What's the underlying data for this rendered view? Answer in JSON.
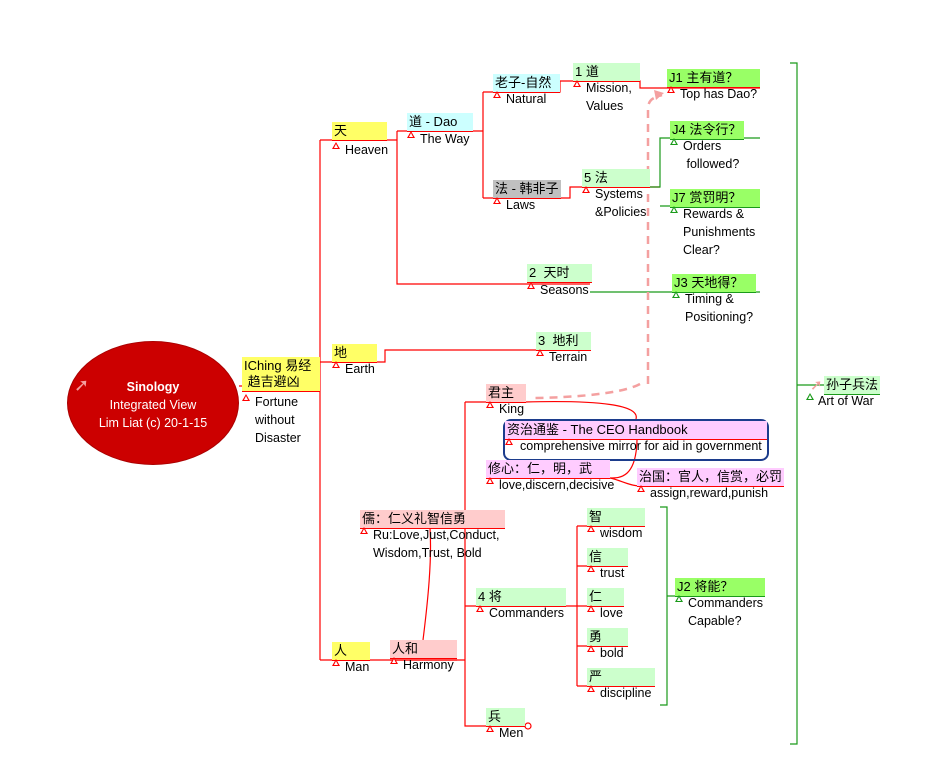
{
  "center": {
    "title": "Sinology",
    "line1": "Integrated View",
    "line2": "Lim Liat (c) 20-1-15",
    "icon": "arrow-icon"
  },
  "colors": {
    "yellow": "#ffff66",
    "cyan": "#ccffff",
    "gray": "#c0c0c0",
    "lightgreen": "#ccffcc",
    "brightgreen": "#99ff66",
    "pink": "#ffcccc",
    "magenta": "#ffccff",
    "red": "#ff0000",
    "green": "#1a9a1a"
  },
  "nodes": {
    "iching": {
      "label": "IChing 易经\n 趋吉避凶",
      "desc": "Fortune\nwithout\nDisaster"
    },
    "heaven": {
      "label": "天",
      "desc": "Heaven"
    },
    "earth": {
      "label": "地",
      "desc": "Earth"
    },
    "man": {
      "label": "人",
      "desc": "Man"
    },
    "dao": {
      "label": "道 - Dao",
      "desc": "The Way"
    },
    "natural": {
      "label": "老子-自然",
      "desc": "Natural"
    },
    "laws": {
      "label": "法 - 韩非子",
      "desc": "Laws"
    },
    "seasons": {
      "label": "2  天时",
      "desc": "Seasons"
    },
    "terrain": {
      "label": "3  地利",
      "desc": "Terrain"
    },
    "dao1": {
      "label": "1 道",
      "desc": "Mission,\nValues"
    },
    "fa5": {
      "label": "5 法",
      "desc": "Systems\n&Policies"
    },
    "j1": {
      "label": "J1 主有道？",
      "desc": "Top has Dao?"
    },
    "j4": {
      "label": "J4 法令行？",
      "desc": "Orders\n followed?"
    },
    "j7": {
      "label": "J7 赏罚明？",
      "desc": "Rewards &\nPunishments\nClear?"
    },
    "j3": {
      "label": "J3 天地得？",
      "desc": "Timing &\nPositioning?"
    },
    "j2": {
      "label": "J2 将能？",
      "desc": "Commanders\nCapable?"
    },
    "art": {
      "label": "孙子兵法",
      "desc": "Art of War"
    },
    "king": {
      "label": "君主",
      "desc": "King"
    },
    "ceo": {
      "label": "资治通鉴 - The CEO Handbook",
      "desc": "comprehensive mirror for aid in government"
    },
    "xiu": {
      "label": "修心：仁，明，武",
      "desc": "love,discern,decisive"
    },
    "zhi": {
      "label": "治国：官人，信赏，必罚",
      "desc": "assign,reward,punish"
    },
    "ru": {
      "label": "儒：仁义礼智信勇",
      "desc": "Ru:Love,Just,Conduct,\nWisdom,Trust, Bold"
    },
    "harmony": {
      "label": "人和",
      "desc": "Harmony"
    },
    "commanders": {
      "label": "4 将",
      "desc": "Commanders"
    },
    "men": {
      "label": "兵",
      "desc": "Men"
    },
    "wisdom": {
      "label": "智",
      "desc": "wisdom"
    },
    "trust": {
      "label": "信",
      "desc": "trust"
    },
    "love": {
      "label": "仁",
      "desc": "love"
    },
    "bold": {
      "label": "勇",
      "desc": "bold"
    },
    "discipline": {
      "label": "严",
      "desc": "discipline"
    }
  }
}
